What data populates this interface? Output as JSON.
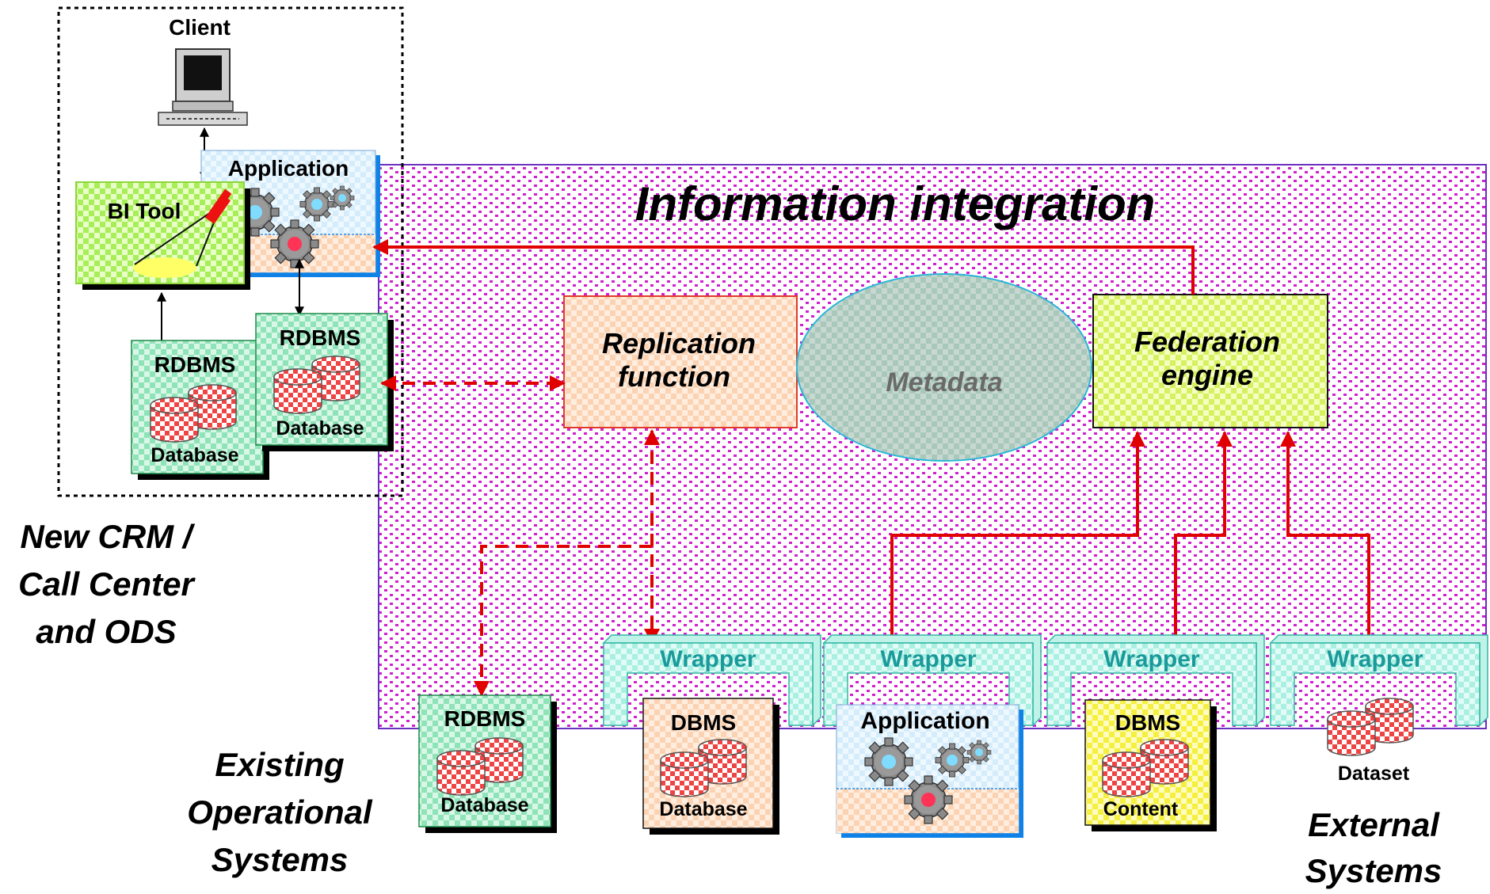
{
  "title": "Information integration",
  "client": {
    "label": "Client"
  },
  "bi_tool": {
    "label": "BI Tool"
  },
  "top_application": {
    "label": "Application"
  },
  "crm_rdbms_left": {
    "title": "RDBMS",
    "caption": "Database"
  },
  "crm_rdbms_right": {
    "title": "RDBMS",
    "caption": "Database"
  },
  "replication": {
    "line1": "Replication",
    "line2": "function"
  },
  "metadata": {
    "label": "Metadata"
  },
  "federation": {
    "line1": "Federation",
    "line2": "engine"
  },
  "wrappers": [
    "Wrapper",
    "Wrapper",
    "Wrapper",
    "Wrapper"
  ],
  "existing_rdbms": {
    "title": "RDBMS",
    "caption": "Database"
  },
  "dbms_database": {
    "title": "DBMS",
    "caption": "Database"
  },
  "bottom_application": {
    "label": "Application"
  },
  "dbms_content": {
    "title": "DBMS",
    "caption": "Content"
  },
  "dataset": {
    "caption": "Dataset"
  },
  "group_labels": {
    "crm": [
      "New CRM /",
      "Call Center",
      "and ODS"
    ],
    "existing": [
      "Existing",
      "Operational",
      "Systems"
    ],
    "external": [
      "External",
      "Systems"
    ]
  },
  "colors": {
    "region_dot": "#d020d0",
    "flow_line": "#e00000",
    "region_border": "#6a30c0",
    "wrapper_text": "#1a9a9a",
    "app_border": "#2a8ee8"
  }
}
